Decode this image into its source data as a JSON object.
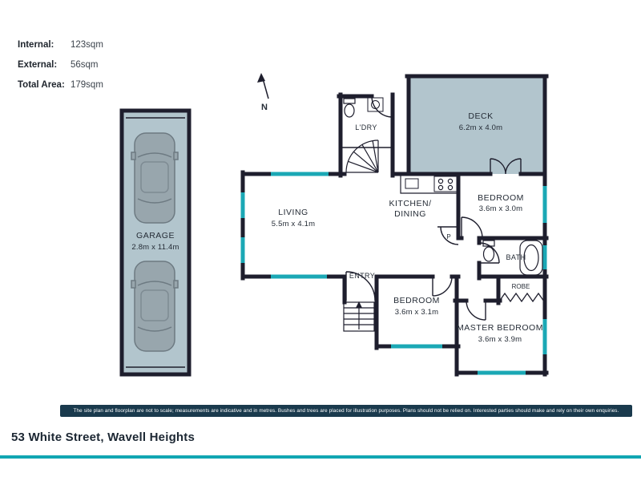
{
  "legend": {
    "rows": [
      {
        "label": "Internal:",
        "value": "123sqm"
      },
      {
        "label": "External:",
        "value": "56sqm"
      },
      {
        "label": "Total Area:",
        "value": "179sqm"
      }
    ]
  },
  "compass": {
    "north_label": "N"
  },
  "floorplan": {
    "rooms": {
      "garage": {
        "name": "GARAGE",
        "dims": "2.8m x 11.4m"
      },
      "deck": {
        "name": "DECK",
        "dims": "6.2m x 4.0m"
      },
      "laundry": {
        "name": "L'DRY"
      },
      "living": {
        "name": "LIVING",
        "dims": "5.5m x 4.1m"
      },
      "kitchen_dining": {
        "line1": "KITCHEN/",
        "line2": "DINING"
      },
      "bedroom_top": {
        "name": "BEDROOM",
        "dims": "3.6m x 3.0m"
      },
      "bath": {
        "name": "BATH"
      },
      "robe": {
        "name": "ROBE"
      },
      "powder": {
        "name": "P"
      },
      "entry": {
        "name": "ENTRY"
      },
      "bedroom_mid": {
        "name": "BEDROOM",
        "dims": "3.6m x 3.1m"
      },
      "master_bedroom": {
        "name": "MASTER BEDROOM",
        "dims": "3.6m x 3.9m"
      }
    }
  },
  "footer": {
    "disclaimer": "The site plan and floorplan are not to scale; measurements are indicative and in metres. Bushes and trees are placed for illustration purposes. Plans should not be relied on. Interested parties should make and rely on their own enquiries.",
    "address": "53 White Street, Wavell Heights"
  },
  "colors": {
    "wall": "#1e1e2d",
    "window": "#1ba8b5",
    "area_fill": "#b2c5cd",
    "accent": "#11a6b2",
    "disclaimer_bg": "#1a3a4d"
  }
}
